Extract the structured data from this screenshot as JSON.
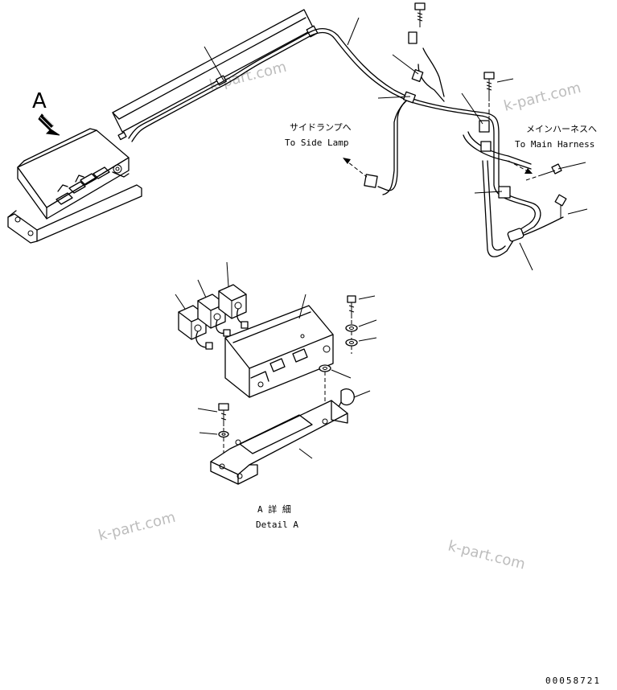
{
  "view_label": "A",
  "labels": {
    "side_lamp_jp": "サイドランプへ",
    "side_lamp_en": "To Side Lamp",
    "main_harness_jp": "メインハーネスへ",
    "main_harness_en": "To Main Harness",
    "detail_jp": "A 詳 細",
    "detail_en": "Detail A"
  },
  "watermark": "k-part.com",
  "drawing_number": "00058721"
}
